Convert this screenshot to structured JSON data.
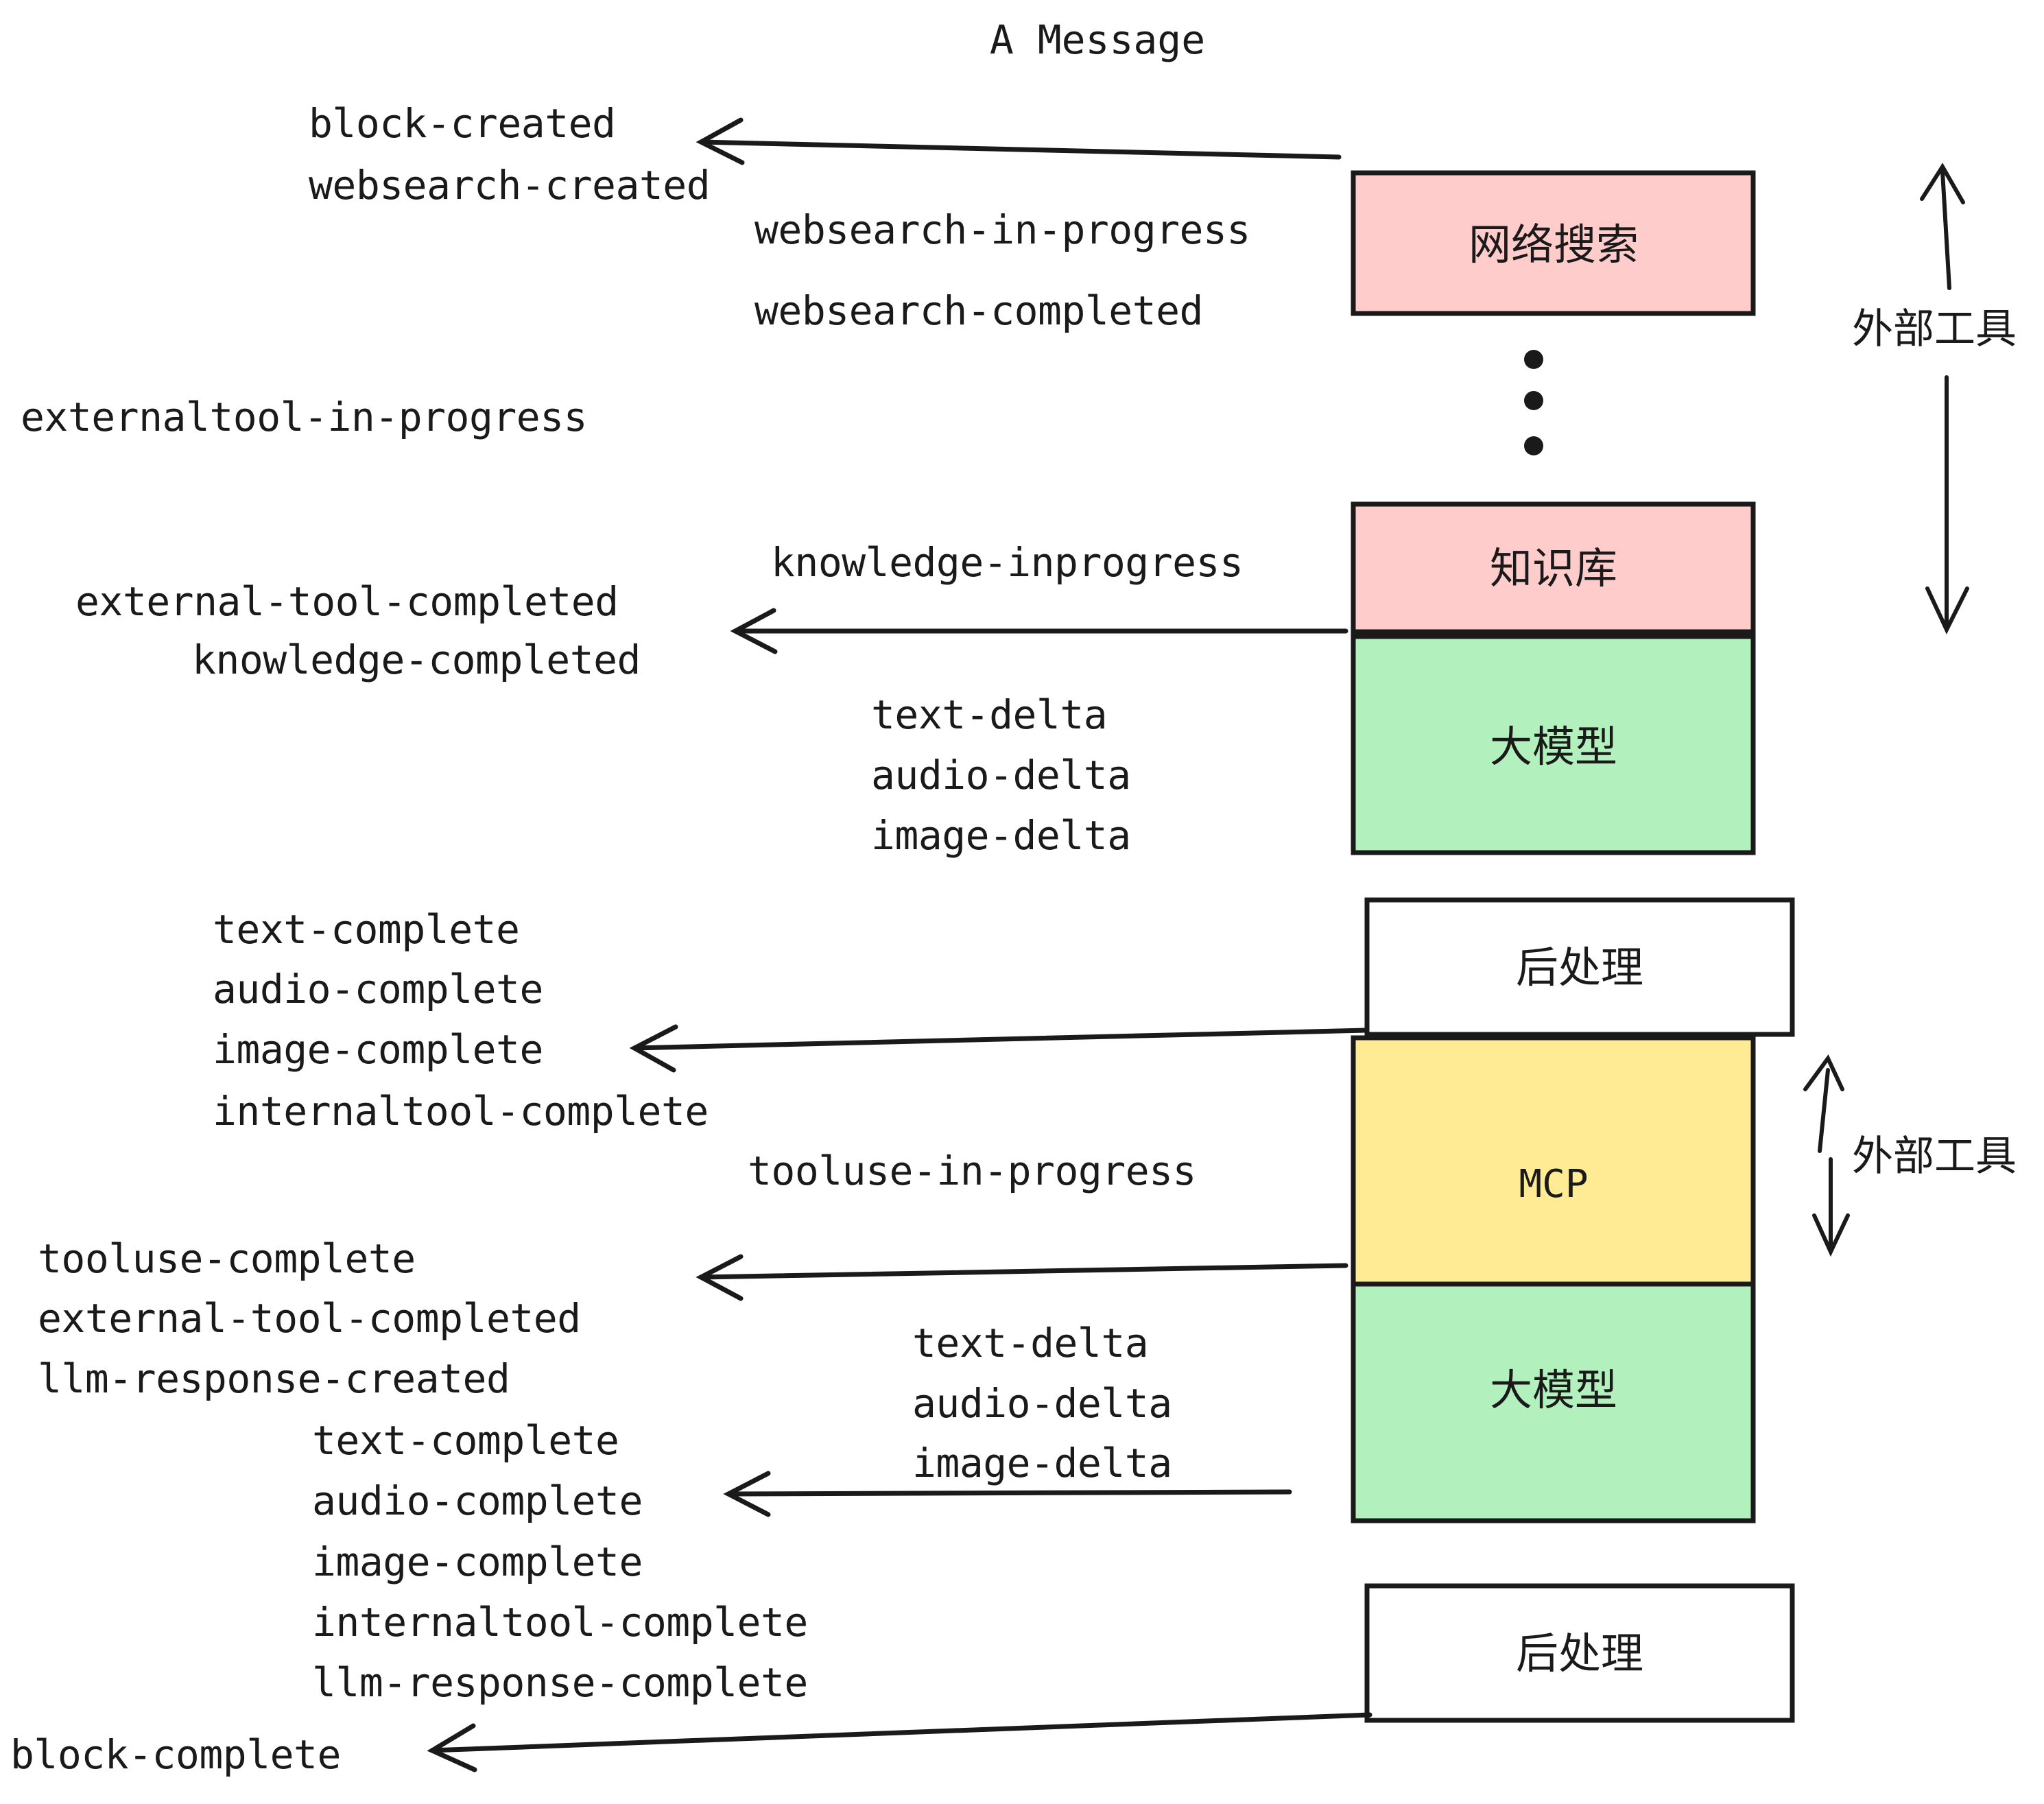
{
  "title": "A Message",
  "colors": {
    "pink": "#FFCCCC",
    "green": "#B2F0BE",
    "yellow": "#FFEB94",
    "white": "#FFFFFF",
    "stroke": "#1A1A1A",
    "background": "#FFFFFF"
  },
  "nodes": [
    {
      "id": "websearch",
      "label": "网络搜索",
      "fill": "pink"
    },
    {
      "id": "knowledge",
      "label": "知识库",
      "fill": "pink"
    },
    {
      "id": "llm1",
      "label": "大模型",
      "fill": "green"
    },
    {
      "id": "post1",
      "label": "后处理",
      "fill": "white"
    },
    {
      "id": "mcp",
      "label": "MCP",
      "fill": "yellow"
    },
    {
      "id": "llm2",
      "label": "大模型",
      "fill": "green"
    },
    {
      "id": "post2",
      "label": "后处理",
      "fill": "white"
    }
  ],
  "side_labels": [
    {
      "id": "external-tool-top",
      "text": "外部工具"
    },
    {
      "id": "external-tool-bottom",
      "text": "外部工具"
    }
  ],
  "events": [
    {
      "id": "e01",
      "text": "block-created"
    },
    {
      "id": "e02",
      "text": "websearch-created"
    },
    {
      "id": "e03",
      "text": "websearch-in-progress"
    },
    {
      "id": "e04",
      "text": "websearch-completed"
    },
    {
      "id": "e05",
      "text": "externaltool-in-progress"
    },
    {
      "id": "e06",
      "text": "knowledge-inprogress"
    },
    {
      "id": "e07",
      "text": "external-tool-completed"
    },
    {
      "id": "e08",
      "text": "knowledge-completed"
    },
    {
      "id": "e09",
      "text": "text-delta"
    },
    {
      "id": "e10",
      "text": "audio-delta"
    },
    {
      "id": "e11",
      "text": "image-delta"
    },
    {
      "id": "e12",
      "text": "text-complete"
    },
    {
      "id": "e13",
      "text": "audio-complete"
    },
    {
      "id": "e14",
      "text": "image-complete"
    },
    {
      "id": "e15",
      "text": "internaltool-complete"
    },
    {
      "id": "e16",
      "text": "tooluse-in-progress"
    },
    {
      "id": "e17",
      "text": "tooluse-complete"
    },
    {
      "id": "e18",
      "text": "external-tool-completed"
    },
    {
      "id": "e19",
      "text": "llm-response-created"
    },
    {
      "id": "e20",
      "text": "text-delta"
    },
    {
      "id": "e21",
      "text": "audio-delta"
    },
    {
      "id": "e22",
      "text": "image-delta"
    },
    {
      "id": "e23",
      "text": "text-complete"
    },
    {
      "id": "e24",
      "text": "audio-complete"
    },
    {
      "id": "e25",
      "text": "image-complete"
    },
    {
      "id": "e26",
      "text": "internaltool-complete"
    },
    {
      "id": "e27",
      "text": "llm-response-complete"
    },
    {
      "id": "e28",
      "text": "block-complete"
    }
  ]
}
